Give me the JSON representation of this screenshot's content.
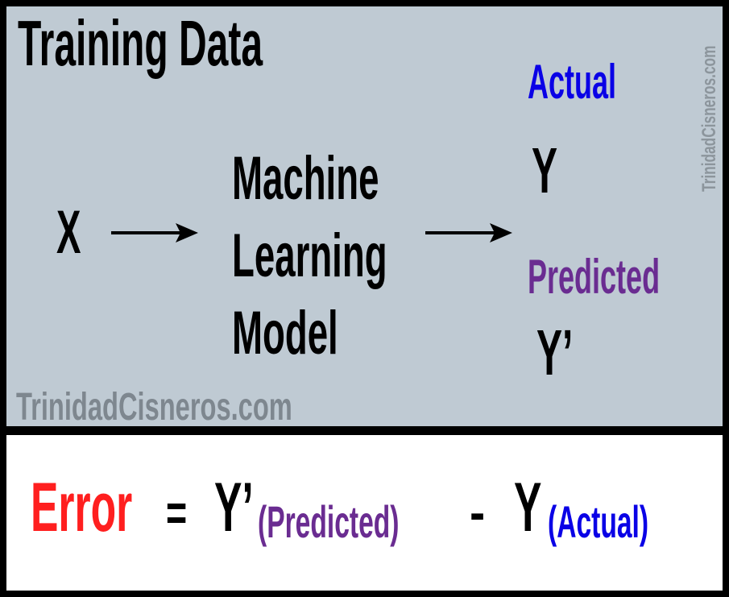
{
  "training_panel": {
    "title": "Training Data",
    "input_label": "X",
    "model_lines": [
      "Machine",
      "Learning",
      "Model"
    ],
    "actual_label": "Actual",
    "actual_value": "Y",
    "predicted_label": "Predicted",
    "predicted_value": "Y’",
    "watermark": "TrinidadCisneros.com",
    "side_watermark": "TrinidadCisneros.com"
  },
  "equation": {
    "error": "Error",
    "equals": "=",
    "y_prime": "Y’",
    "predicted": "(Predicted)",
    "minus": "-",
    "y": "Y",
    "actual": "(Actual)"
  },
  "colors": {
    "panel_bg": "#BFCAD3",
    "border": "#000000",
    "error": "#FF1F1F",
    "predicted": "#6A2C91",
    "actual": "#0A00E6",
    "watermark": "#7E878F"
  }
}
